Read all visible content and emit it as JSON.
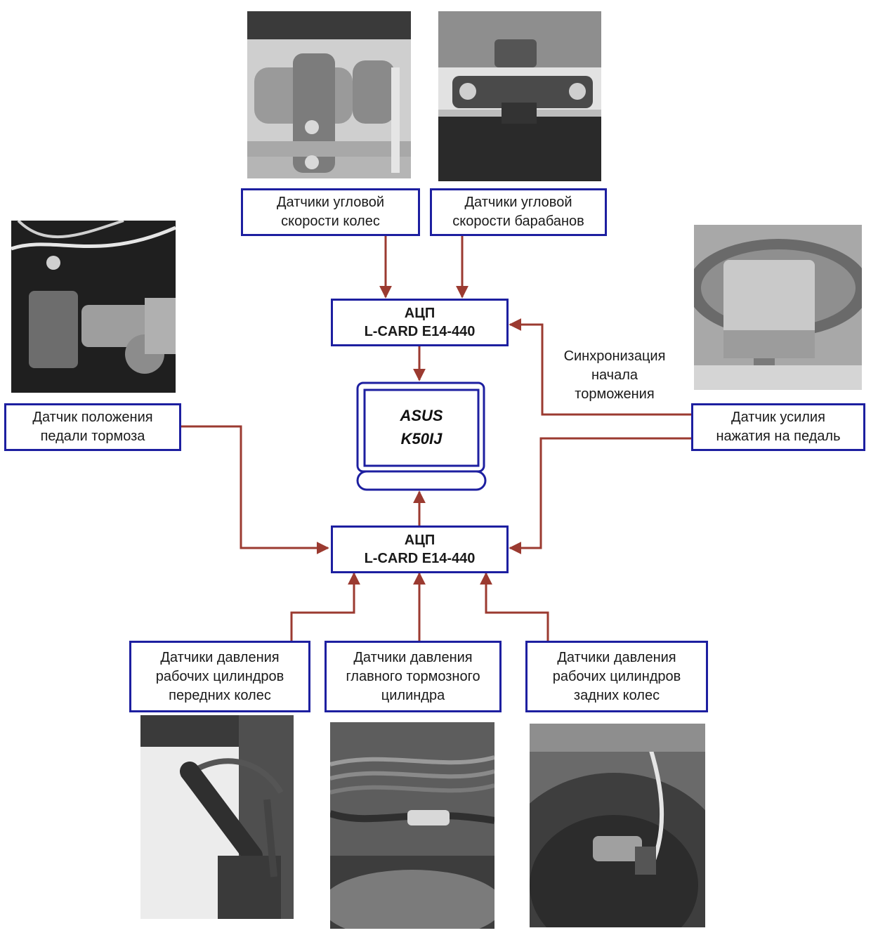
{
  "boxes": {
    "wheel_speed": [
      "Датчики угловой",
      "скорости колес"
    ],
    "drum_speed": [
      "Датчики угловой",
      "скорости барабанов"
    ],
    "adc_top": [
      "АЦП",
      "L-CARD E14-440"
    ],
    "adc_bottom": [
      "АЦП",
      "L-CARD E14-440"
    ],
    "pedal_position": [
      "Датчик положения",
      "педали тормоза"
    ],
    "pedal_force": [
      "Датчик усилия",
      "нажатия на педаль"
    ],
    "front_pressure": [
      "Датчики давления",
      "рабочих цилиндров",
      "передних колес"
    ],
    "master_pressure": [
      "Датчики давления",
      "главного тормозного",
      "цилиндра"
    ],
    "rear_pressure": [
      "Датчики давления",
      "рабочих цилиндров",
      "задних колес"
    ]
  },
  "laptop": [
    "ASUS",
    "K50IJ"
  ],
  "sync_label": [
    "Синхронизация",
    "начала",
    "торможения"
  ],
  "colors": {
    "box_border": "#1d1fa0",
    "arrow": "#9b3a30"
  }
}
